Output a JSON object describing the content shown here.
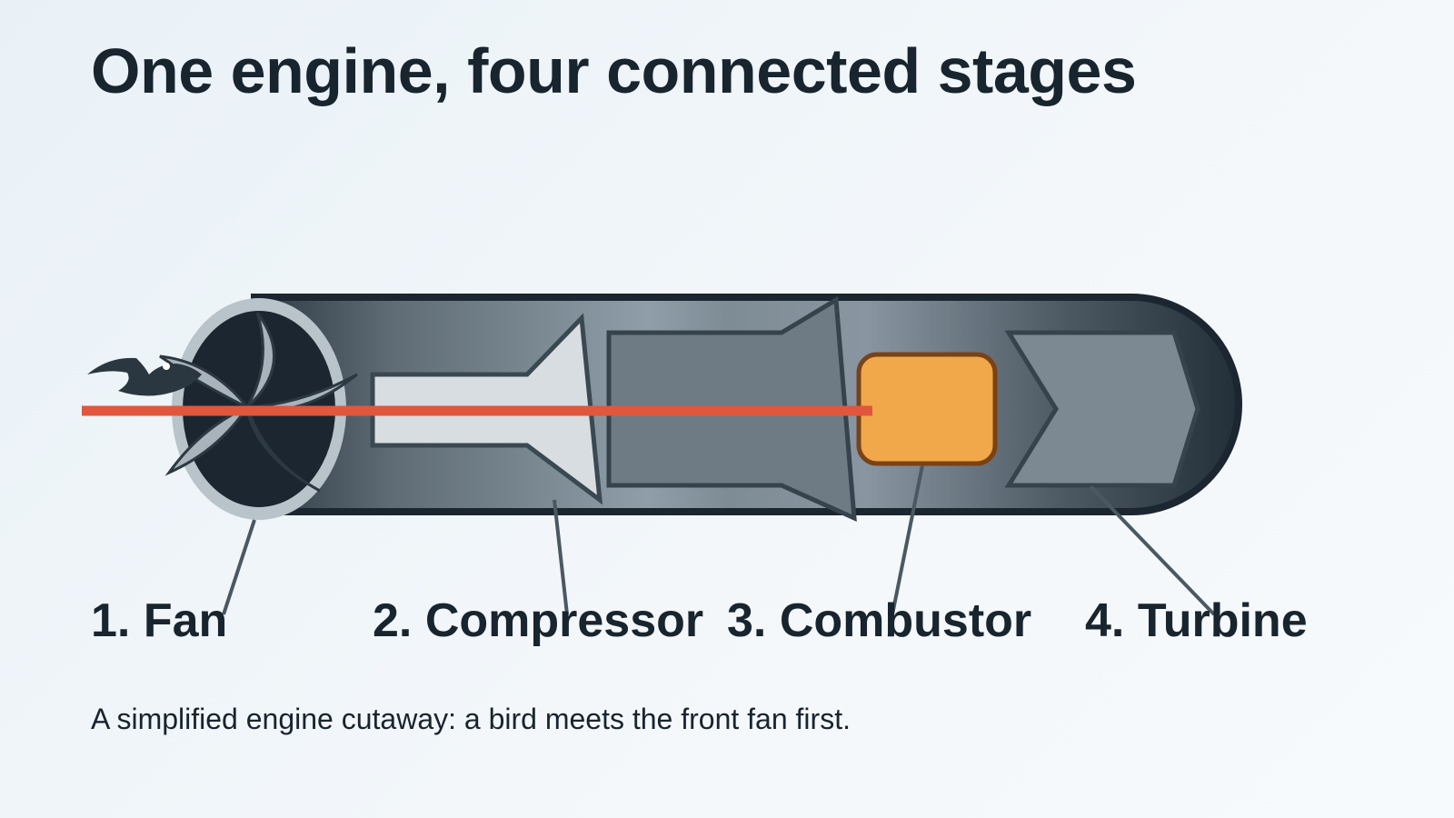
{
  "title": "One engine, four connected stages",
  "caption": "A simplified engine cutaway: a bird meets the front fan first.",
  "stages": [
    {
      "label": "1. Fan"
    },
    {
      "label": "2. Compressor"
    },
    {
      "label": "3. Combustor"
    },
    {
      "label": "4. Turbine"
    }
  ],
  "colors": {
    "bird_path": "#e0573d",
    "combustor": "#f0a84a",
    "casing_dark": "#1b2630",
    "casing_light": "#8f9ea8"
  }
}
